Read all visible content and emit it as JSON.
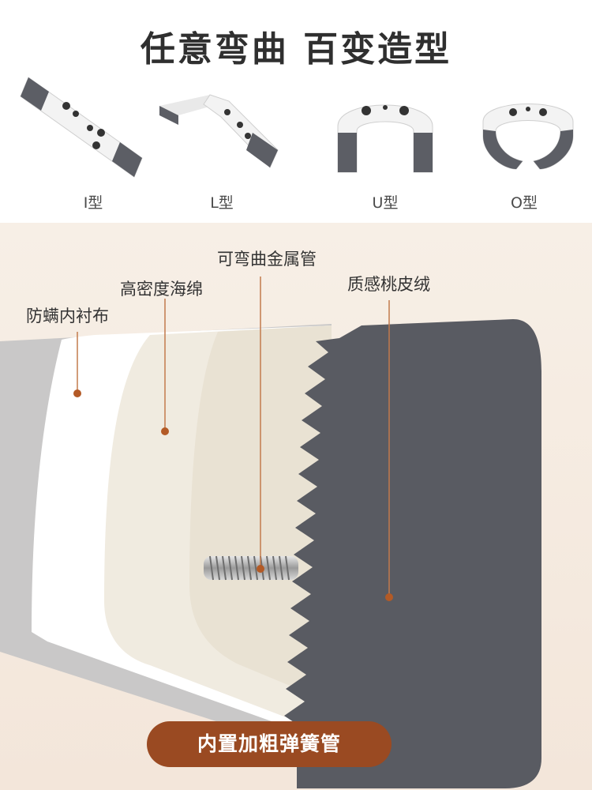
{
  "headline": "任意弯曲 百变造型",
  "shapes": [
    {
      "label": "I型",
      "icon": "i-shape-pillow-icon"
    },
    {
      "label": "L型",
      "icon": "l-shape-pillow-icon"
    },
    {
      "label": "U型",
      "icon": "u-shape-pillow-icon"
    },
    {
      "label": "O型",
      "icon": "o-shape-pillow-icon"
    }
  ],
  "layers": {
    "metal_tube": "可弯曲金属管",
    "foam": "高密度海绵",
    "lining": "防螨内衬布",
    "velvet": "质感桃皮绒"
  },
  "badge": "内置加粗弹簧管",
  "colors": {
    "cover_dark": "#595b62",
    "accent": "#9a4a22",
    "background": "#f6ece3"
  }
}
